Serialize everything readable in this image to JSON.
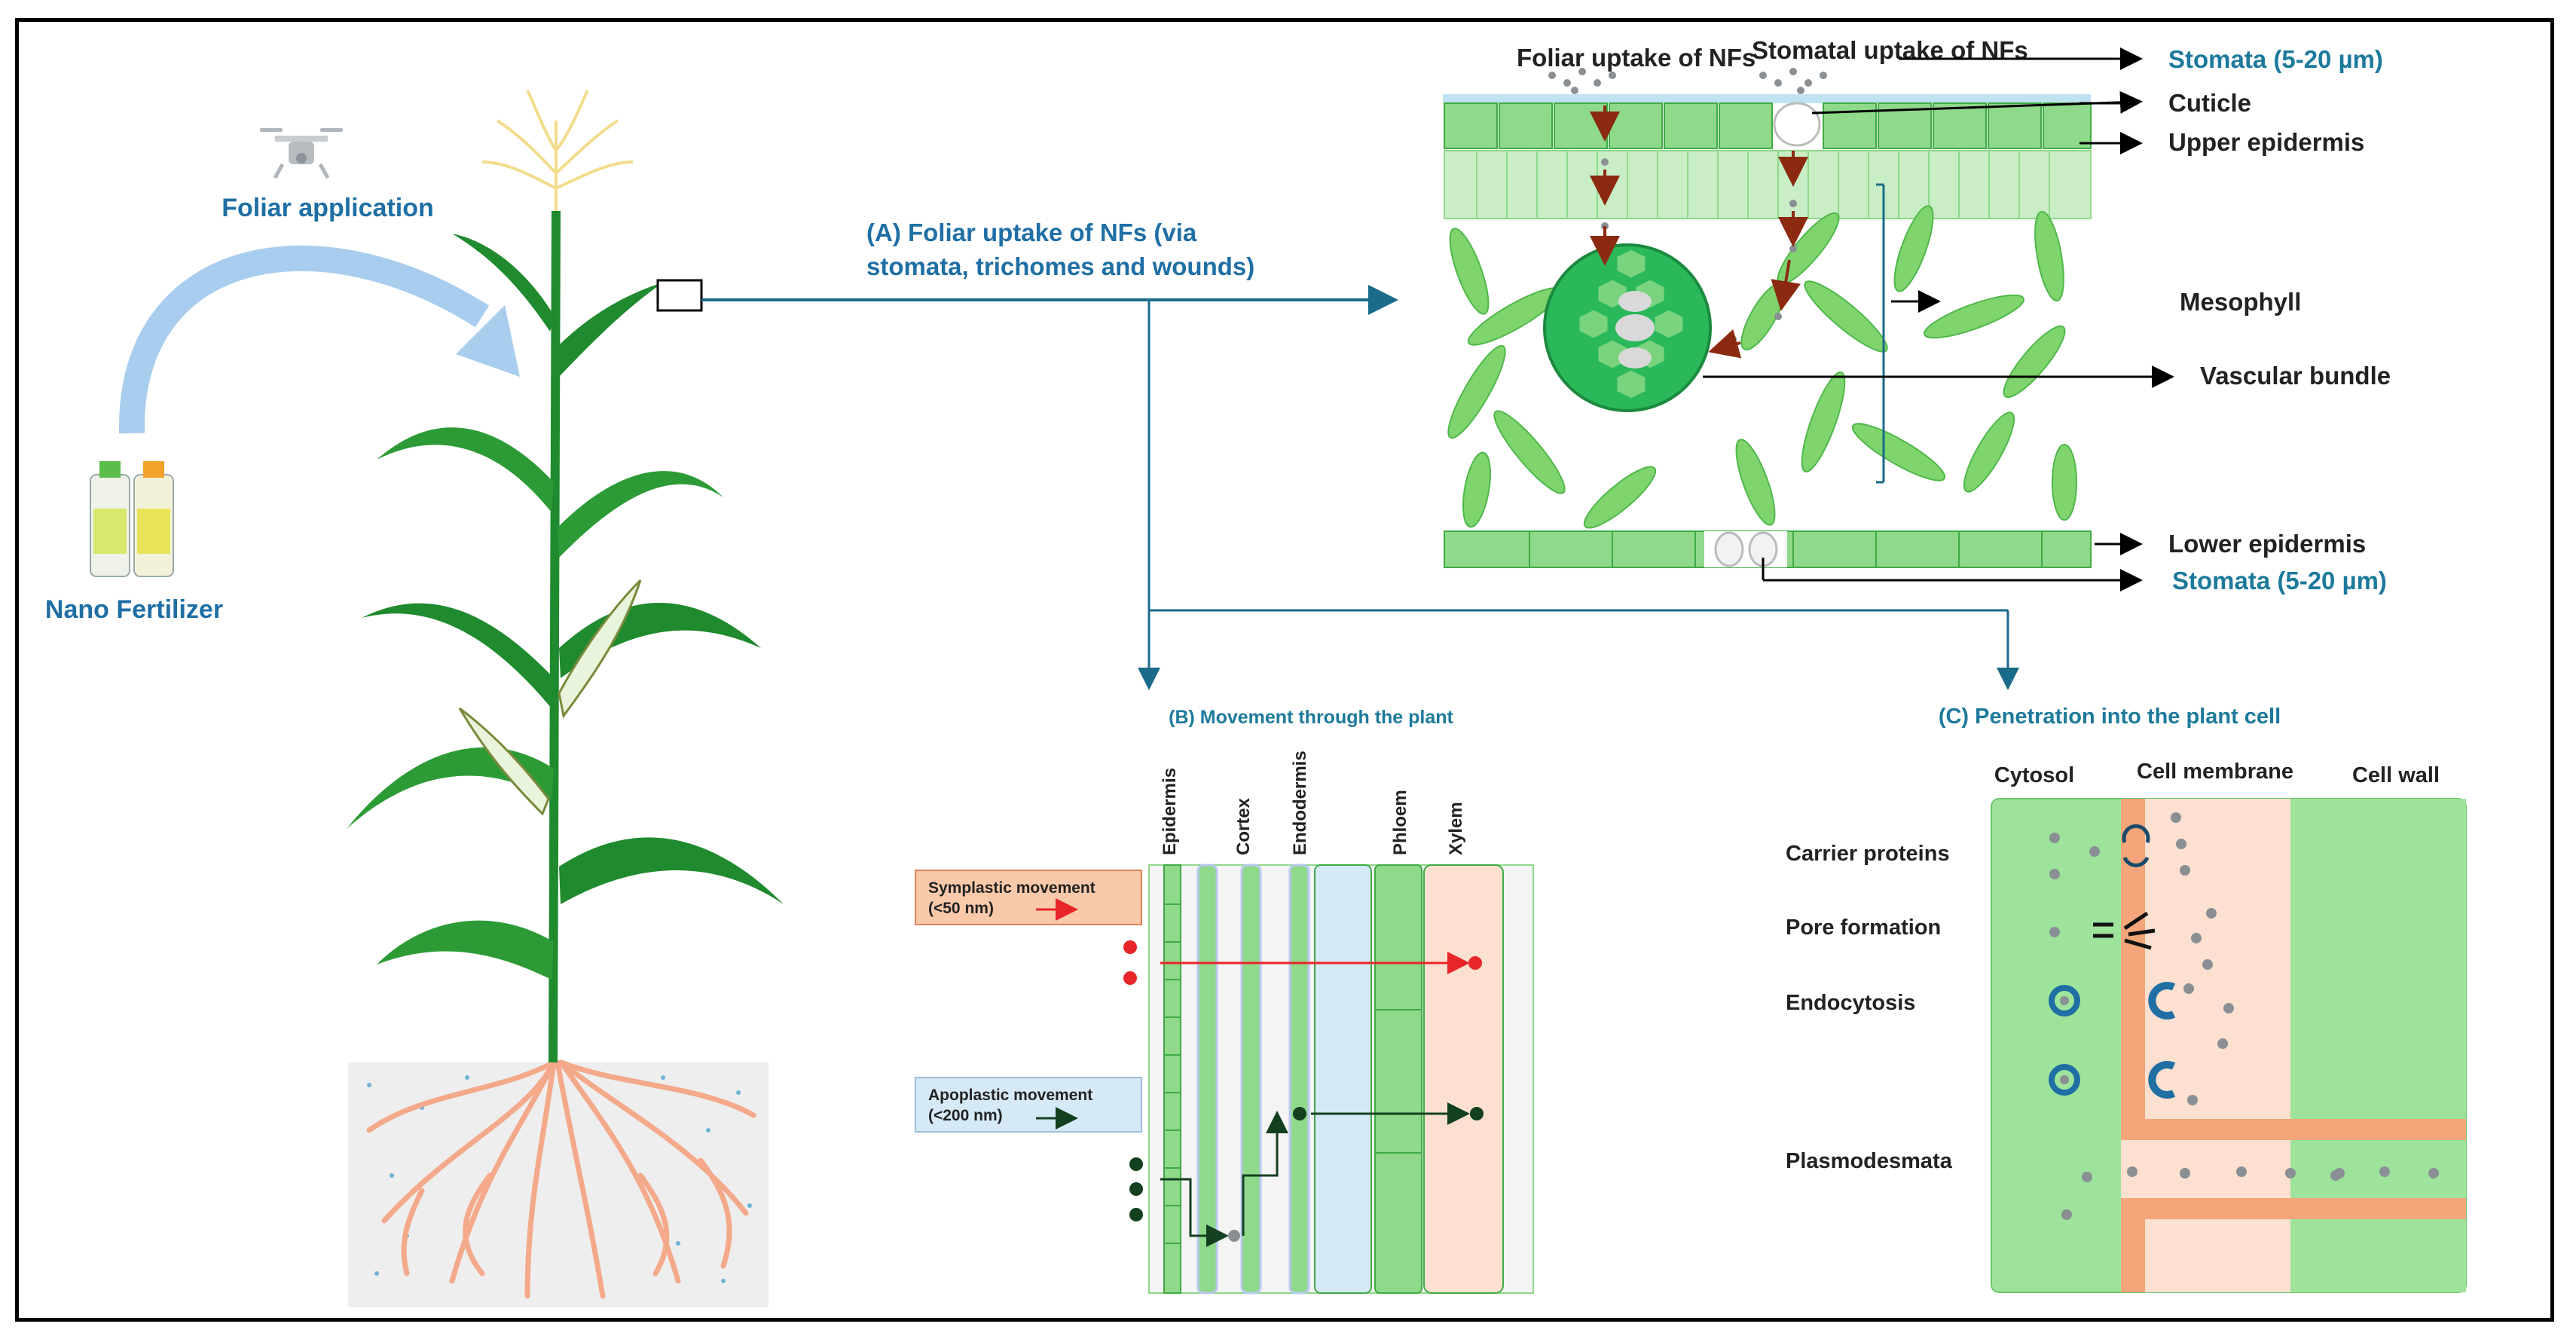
{
  "left": {
    "foliar_application": "Foliar application",
    "nano_fertilizer": "Nano Fertilizer"
  },
  "panel_a": {
    "title_line1": "(A) Foliar uptake of NFs (via",
    "title_line2": "stomata, trichomes and wounds)",
    "foliar_uptake": "Foliar uptake of NFs",
    "stomatal_uptake": "Stomatal uptake of NFs",
    "labels": {
      "stomata_top": "Stomata (5-20 µm)",
      "cuticle": "Cuticle",
      "upper_epidermis": "Upper epidermis",
      "mesophyll": "Mesophyll",
      "vascular_bundle": "Vascular bundle",
      "lower_epidermis": "Lower epidermis",
      "stomata_bottom": "Stomata (5-20 µm)"
    }
  },
  "panel_b": {
    "title": "(B) Movement through the plant",
    "columns": [
      "Epidermis",
      "Cortex",
      "Endodermis",
      "Phloem",
      "Xylem"
    ],
    "symplastic_line1": "Symplastic movement",
    "symplastic_line2": "(<50 nm)",
    "apoplastic_line1": "Apoplastic movement",
    "apoplastic_line2": "(<200 nm)"
  },
  "panel_c": {
    "title": "(C) Penetration into the plant cell",
    "columns": [
      "Cytosol",
      "Cell membrane",
      "Cell wall"
    ],
    "rows": [
      "Carrier proteins",
      "Pore formation",
      "Endocytosis",
      "Plasmodesmata"
    ]
  },
  "colors": {
    "leaf_green": "#8fd98a",
    "stem_green": "#1f8a2e",
    "root_orange": "#f4a98a",
    "arrow_blue": "#1a6a8a",
    "nf_particle": "#8a8f94",
    "symplastic_red": "#e8262a",
    "apoplastic_dark": "#13401f",
    "membrane_orange": "#f4a57a"
  }
}
